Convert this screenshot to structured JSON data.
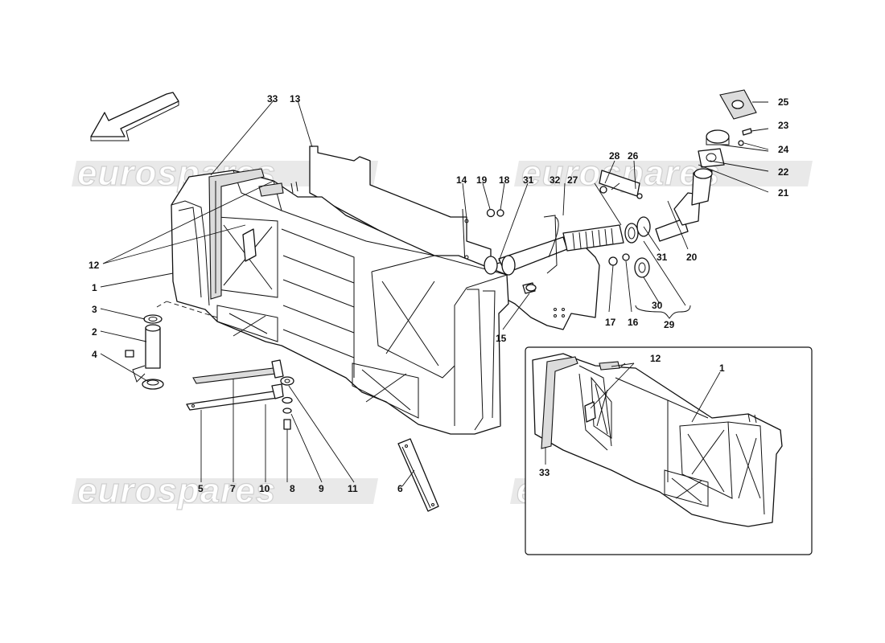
{
  "watermark": {
    "text": "eurospares"
  },
  "callouts": {
    "c1": "1",
    "c2": "2",
    "c3": "3",
    "c4": "4",
    "c5": "5",
    "c6": "6",
    "c7": "7",
    "c8": "8",
    "c9": "9",
    "c10": "10",
    "c11": "11",
    "c12": "12",
    "c13": "13",
    "c14": "14",
    "c15": "15",
    "c16": "16",
    "c17": "17",
    "c18": "18",
    "c19": "19",
    "c20": "20",
    "c21": "21",
    "c22": "22",
    "c23": "23",
    "c24": "24",
    "c25": "25",
    "c26": "26",
    "c27": "27",
    "c28": "28",
    "c29": "29",
    "c30": "30",
    "c31": "31",
    "c32": "32",
    "c33": "33"
  },
  "inset": {
    "c1": "1",
    "c12": "12",
    "c33": "33"
  },
  "icons": {
    "direction_arrow": "arrow-down-left-icon"
  }
}
